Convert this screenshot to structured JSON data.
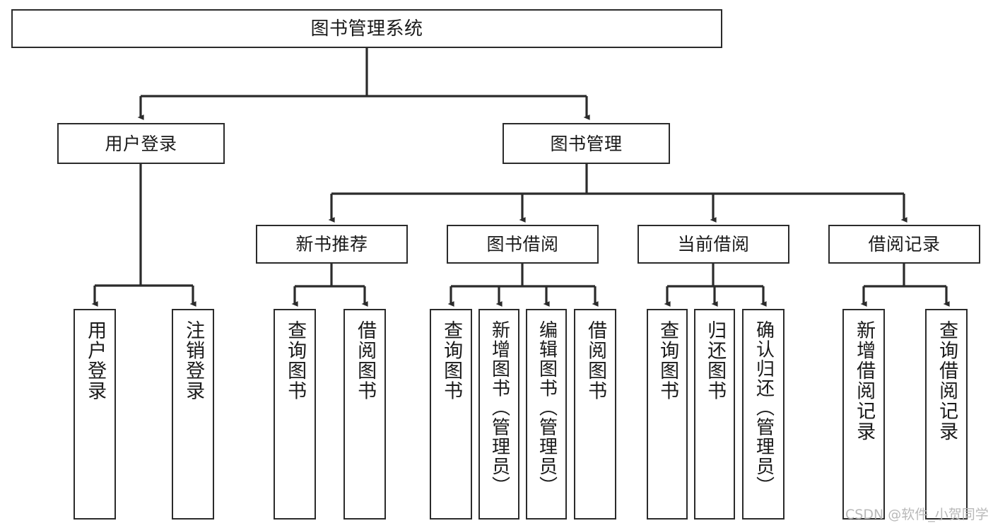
{
  "diagram": {
    "title": "图书管理系统",
    "type": "functional-structure-tree",
    "watermark": "CSDN @软件_小贺同学",
    "colors": {
      "box_border": "#2b2b2b",
      "box_fill": "#ffffff",
      "connector": "#2b2b2b",
      "text": "#1a1a1a",
      "watermark": "#b9b9b9",
      "background": "#ffffff"
    },
    "levels": {
      "root": {
        "label": "图书管理系统"
      },
      "level2": [
        {
          "label": "用户登录"
        },
        {
          "label": "图书管理"
        }
      ],
      "level3": [
        {
          "label": "新书推荐"
        },
        {
          "label": "图书借阅"
        },
        {
          "label": "当前借阅"
        },
        {
          "label": "借阅记录"
        }
      ],
      "leaves": {
        "user_login": [
          {
            "label": "用户登录"
          },
          {
            "label": "注销登录"
          }
        ],
        "new_book_recommend": [
          {
            "label": "查询图书"
          },
          {
            "label": "借阅图书"
          }
        ],
        "book_borrow": [
          {
            "label": "查询图书"
          },
          {
            "label": "新增图书（管理员）"
          },
          {
            "label": "编辑图书（管理员）"
          },
          {
            "label": "借阅图书"
          }
        ],
        "current_borrow": [
          {
            "label": "查询图书"
          },
          {
            "label": "归还图书"
          },
          {
            "label": "确认归还（管理员）"
          }
        ],
        "borrow_record": [
          {
            "label": "新增借阅记录"
          },
          {
            "label": "查询借阅记录"
          }
        ]
      }
    }
  }
}
